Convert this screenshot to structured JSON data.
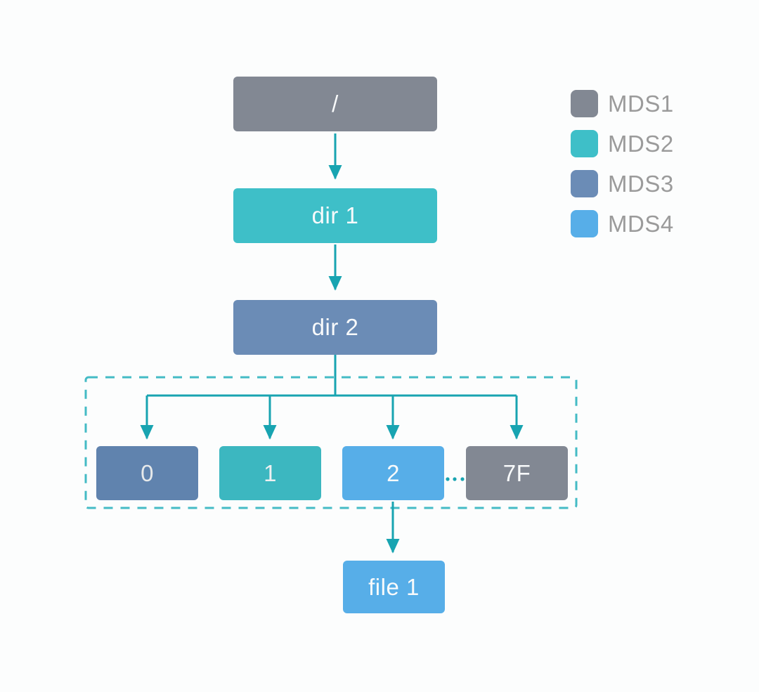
{
  "colors": {
    "background": "#fcfdfd",
    "mds1": "#828893",
    "mds2": "#3ebfc8",
    "mds3": "#6b8cb6",
    "mds4": "#57aee8",
    "connector": "#18a4b1",
    "boundary": "#44bbc5",
    "legend_text": "#9b9b9b",
    "node_text": "#f8fafb"
  },
  "legend": {
    "items": [
      {
        "label": "MDS1",
        "color": "#828893"
      },
      {
        "label": "MDS2",
        "color": "#3ebfc8"
      },
      {
        "label": "MDS3",
        "color": "#6b8cb6"
      },
      {
        "label": "MDS4",
        "color": "#57aee8"
      }
    ]
  },
  "tree": {
    "root": {
      "label": "/",
      "mds": "MDS1"
    },
    "dir1": {
      "label": "dir 1",
      "mds": "MDS2"
    },
    "dir2": {
      "label": "dir 2",
      "mds": "MDS3"
    },
    "fragments": [
      {
        "label": "0",
        "mds": "MDS3"
      },
      {
        "label": "1",
        "mds": "MDS2"
      },
      {
        "label": "2",
        "mds": "MDS4"
      },
      {
        "label": "7F",
        "mds": "MDS1"
      }
    ],
    "file": {
      "label": "file 1",
      "mds": "MDS4"
    }
  }
}
